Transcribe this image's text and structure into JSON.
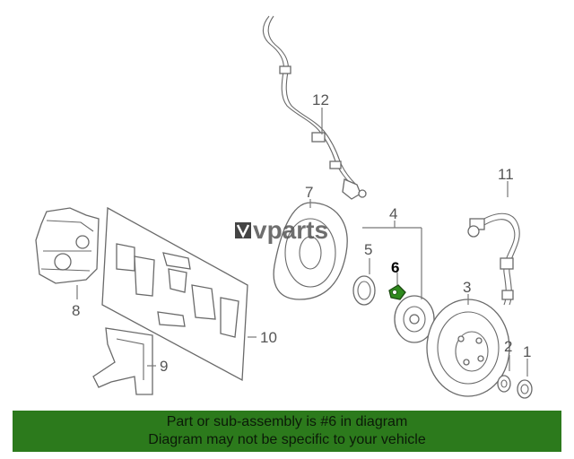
{
  "callouts": {
    "c1": "1",
    "c2": "2",
    "c3": "3",
    "c4": "4",
    "c5": "5",
    "c6": "6",
    "c7": "7",
    "c8": "8",
    "c9": "9",
    "c10": "10",
    "c11": "11",
    "c12": "12"
  },
  "highlight_part": "6",
  "watermark": {
    "brand": "vparts"
  },
  "footer": {
    "line1": "Part or sub-assembly is #6 in diagram",
    "line2": "Diagram may not be specific to your vehicle"
  },
  "colors": {
    "footer_bg": "#2c7a1c",
    "highlight_part": "#2f8a1e",
    "linework": "#6a6a6a"
  }
}
